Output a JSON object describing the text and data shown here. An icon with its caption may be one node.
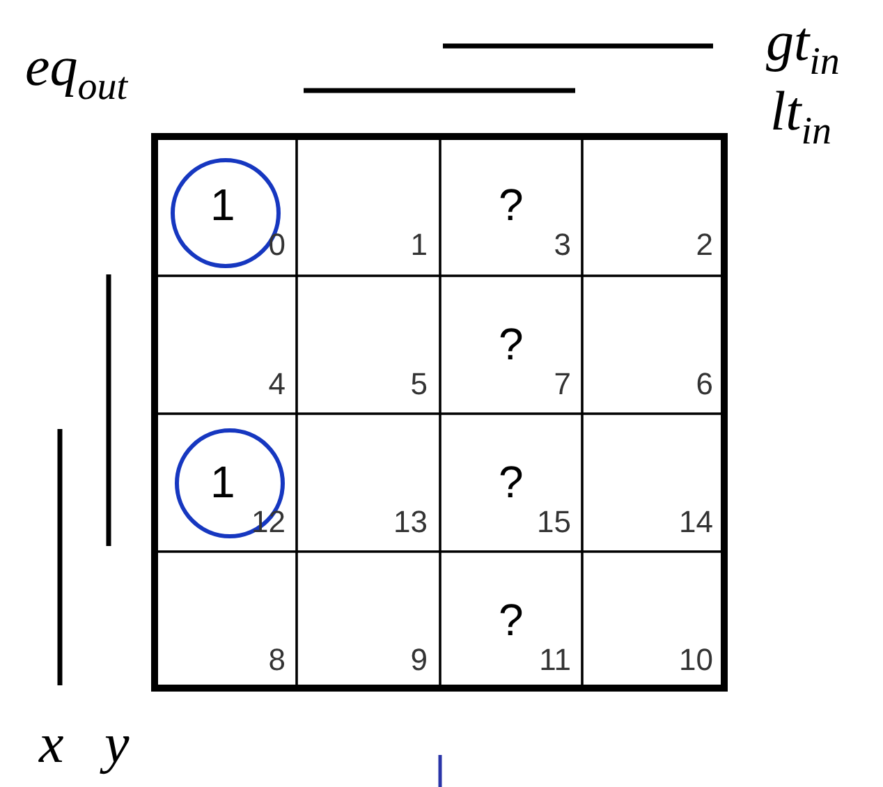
{
  "diagram": {
    "labels": [
      "eq$_{out}$",
      "gt$_{in}$",
      "lt$_{in}$",
      "x",
      "y",
      "1",
      "0",
      "1",
      "?",
      "3",
      "2",
      "4",
      "5",
      "?",
      "7",
      "6",
      "1",
      "12",
      "13",
      "?",
      "15",
      "14",
      "8",
      "9",
      "?",
      "11",
      "10"
    ]
  }
}
